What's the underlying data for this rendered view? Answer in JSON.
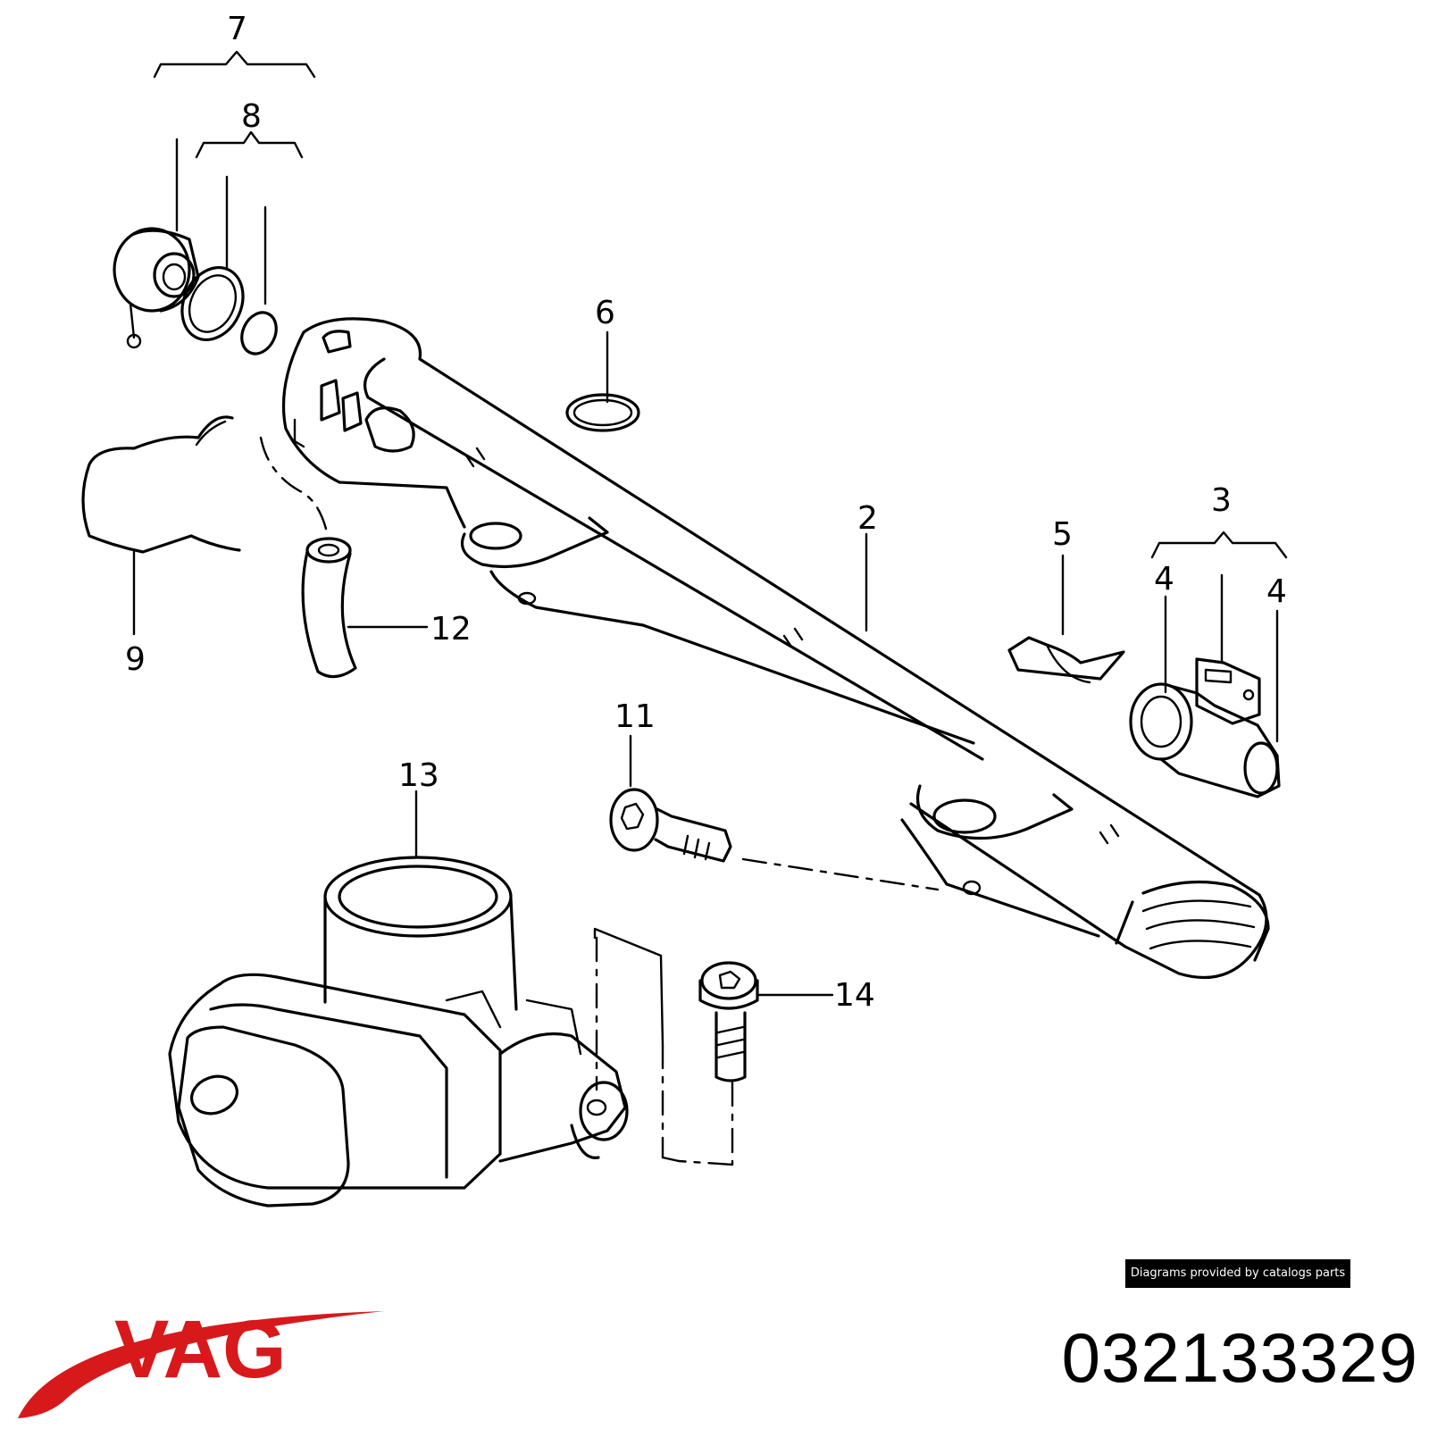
{
  "callouts": {
    "c2": "2",
    "c3": "3",
    "c4a": "4",
    "c4b": "4",
    "c5": "5",
    "c6": "6",
    "c7": "7",
    "c8": "8",
    "c9": "9",
    "c11": "11",
    "c12": "12",
    "c13": "13",
    "c14": "14"
  },
  "credit": "Diagrams provided by catalogs parts",
  "part_number": "032133329",
  "brand": {
    "name": "VAG",
    "color": "#d7191c"
  }
}
